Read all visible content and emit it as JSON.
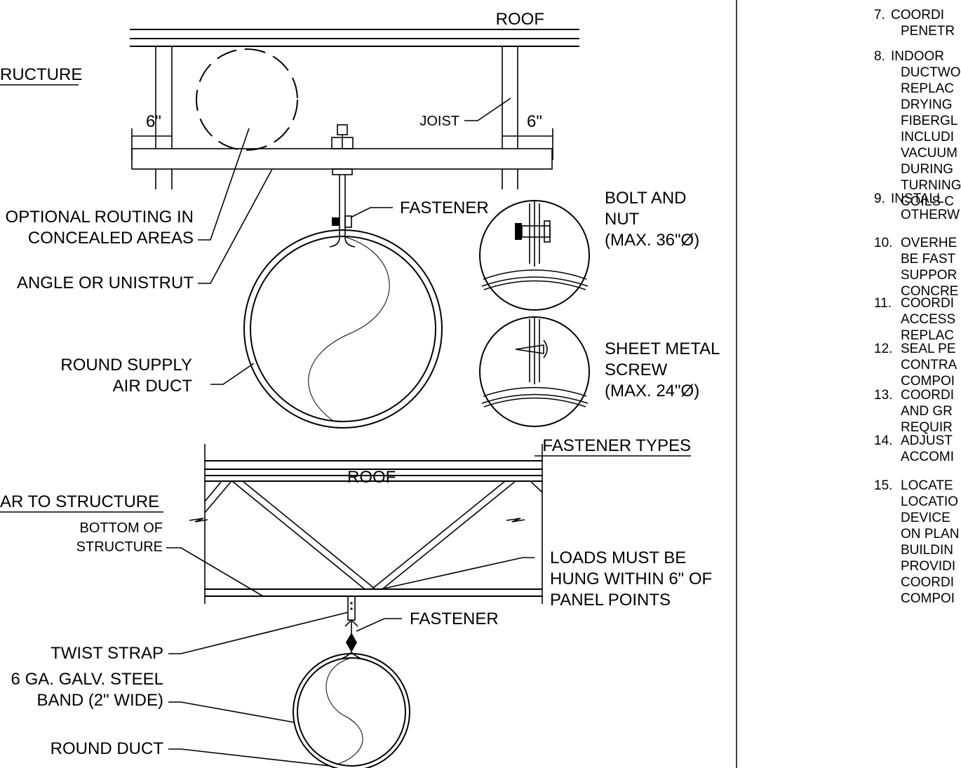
{
  "top_detail": {
    "roof_label": "ROOF",
    "structure_title": "RUCTURE",
    "dim_left": "6\"",
    "dim_right": "6\"",
    "joist_label": "JOIST",
    "fastener_label": "FASTENER",
    "optional_routing_line1": "OPTIONAL ROUTING IN",
    "optional_routing_line2": "CONCEALED AREAS",
    "angle_label": "ANGLE OR UNISTRUT",
    "duct_label_line1": "ROUND SUPPLY",
    "duct_label_line2": "AIR DUCT"
  },
  "fastener_types": {
    "title": "FASTENER TYPES",
    "bolt_line1": "BOLT AND",
    "bolt_line2": "NUT",
    "bolt_line3": "(MAX. 36\"Ø)",
    "screw_line1": "SHEET METAL",
    "screw_line2": "SCREW",
    "screw_line3": "(MAX. 24\"Ø)"
  },
  "bottom_detail": {
    "title": "AR TO STRUCTURE",
    "roof_label": "ROOF",
    "bottom_of_structure_line1": "BOTTOM OF",
    "bottom_of_structure_line2": "STRUCTURE",
    "loads_line1": "LOADS MUST BE",
    "loads_line2": "HUNG WITHIN 6\" OF",
    "loads_line3": "PANEL POINTS",
    "twist_strap": "TWIST STRAP",
    "fastener_label": "FASTENER",
    "band_line1": "6 GA. GALV. STEEL",
    "band_line2": "BAND (2\" WIDE)",
    "round_duct": "ROUND DUCT"
  },
  "notes": [
    [
      "7.",
      "COORDI",
      "PENETR"
    ],
    [
      "8.",
      "INDOOR",
      "DUCTWO",
      "REPLAC",
      "DRYING",
      "FIBERGL",
      "INCLUDI",
      "VACUUM",
      "DURING",
      "TURNING",
      "COILS C"
    ],
    [
      "9.",
      "INSTALL",
      "OTHERW"
    ],
    [
      "10.",
      "OVERHE",
      "BE FAST",
      "SUPPOR",
      "CONCRE"
    ],
    [
      "11.",
      "COORDI",
      "ACCESS",
      "REPLAC"
    ],
    [
      "12.",
      "SEAL PE",
      "CONTRA",
      "COMPOI"
    ],
    [
      "13.",
      "COORDI",
      "AND GR",
      "REQUIR"
    ],
    [
      "14.",
      "ADJUST",
      "ACCOMI"
    ],
    [
      "15.",
      "LOCATE",
      "LOCATIO",
      "DEVICE",
      "ON PLAN",
      "BUILDIN",
      "PROVIDI",
      "COORDI",
      "COMPOI"
    ]
  ]
}
